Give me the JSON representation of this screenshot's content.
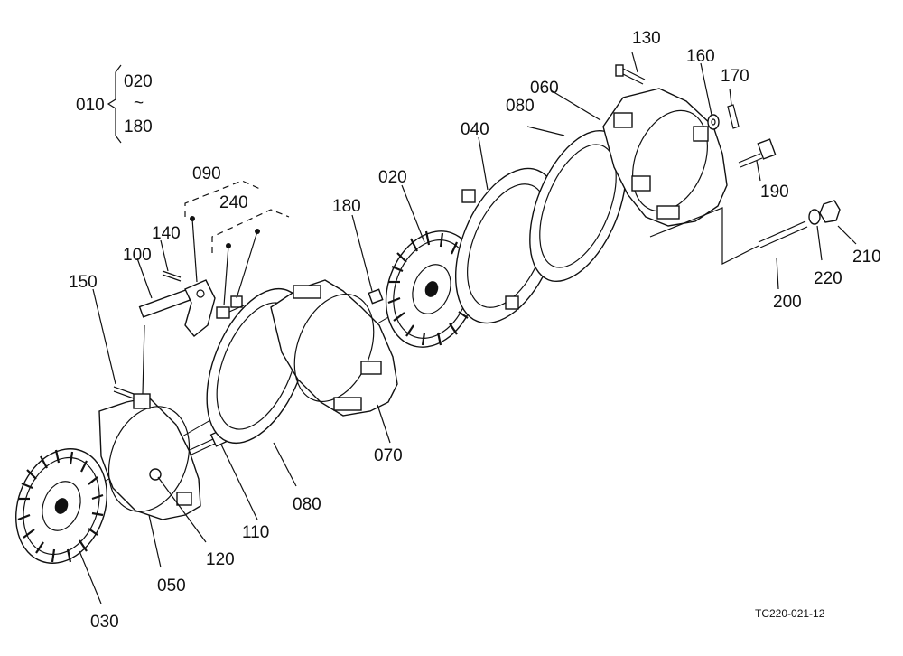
{
  "labels": {
    "p010": "010",
    "p020a": "020",
    "tilde": "~",
    "p180a": "180",
    "p090": "090",
    "p240": "240",
    "p140": "140",
    "p100": "100",
    "p150": "150",
    "p180b": "180",
    "p020b": "020",
    "p040": "040",
    "p080a": "080",
    "p060": "060",
    "p130": "130",
    "p160": "160",
    "p170": "170",
    "p190": "190",
    "p210": "210",
    "p220": "220",
    "p200": "200",
    "p070": "070",
    "p080b": "080",
    "p110": "110",
    "p120": "120",
    "p050": "050",
    "p030": "030"
  },
  "footer": {
    "code": "TC220-021-12"
  }
}
